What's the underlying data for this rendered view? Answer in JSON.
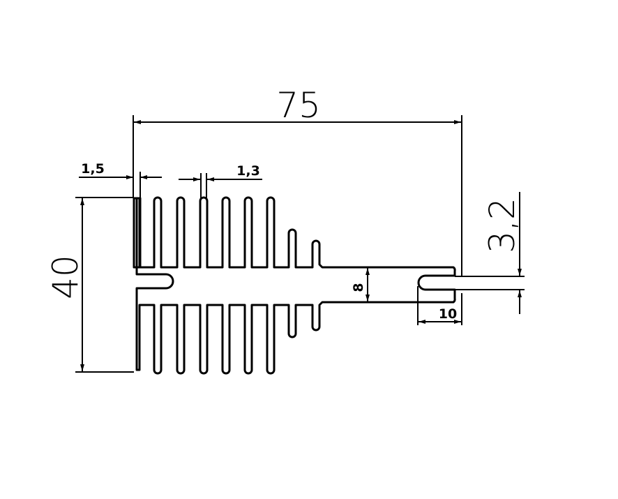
{
  "drawing": {
    "dimensions": {
      "overall_width": "75",
      "overall_height": "40",
      "base_thickness": "1,5",
      "fin_thickness": "1,3",
      "slot_width": "3,2",
      "web_thickness": "8",
      "slot_depth": "10"
    },
    "colors": {
      "line": "#000000",
      "background": "#ffffff"
    }
  }
}
